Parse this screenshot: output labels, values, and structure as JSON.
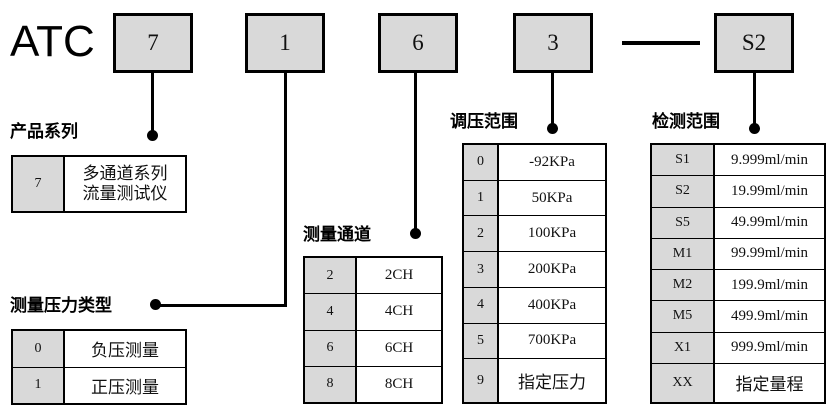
{
  "model": {
    "brand": "ATC",
    "segments": [
      {
        "name": "series-code",
        "value": "7"
      },
      {
        "name": "pressure-type-code",
        "value": "1"
      },
      {
        "name": "channel-code",
        "value": "6"
      },
      {
        "name": "regulation-code",
        "value": "3"
      },
      {
        "name": "range-code",
        "value": "S2"
      }
    ],
    "separator": "—"
  },
  "sections": {
    "product_series": {
      "caption": "产品系列",
      "rows": [
        {
          "key": "7",
          "value_lines": [
            "多通道系列",
            "流量测试仪"
          ]
        }
      ]
    },
    "pressure_type": {
      "caption": "测量压力类型",
      "rows": [
        {
          "key": "0",
          "value": "负压测量"
        },
        {
          "key": "1",
          "value": "正压测量"
        }
      ]
    },
    "measure_channel": {
      "caption": "测量通道",
      "rows": [
        {
          "key": "2",
          "value": "2CH"
        },
        {
          "key": "4",
          "value": "4CH"
        },
        {
          "key": "6",
          "value": "6CH"
        },
        {
          "key": "8",
          "value": "8CH"
        }
      ]
    },
    "regulation_range": {
      "caption": "调压范围",
      "rows": [
        {
          "key": "0",
          "value": "-92KPa"
        },
        {
          "key": "1",
          "value": "50KPa"
        },
        {
          "key": "2",
          "value": "100KPa"
        },
        {
          "key": "3",
          "value": "200KPa"
        },
        {
          "key": "4",
          "value": "400KPa"
        },
        {
          "key": "5",
          "value": "700KPa"
        },
        {
          "key": "9",
          "value": "指定压力"
        }
      ]
    },
    "detection_range": {
      "caption": "检测范围",
      "rows": [
        {
          "key": "S1",
          "value": "9.999ml/min"
        },
        {
          "key": "S2",
          "value": "19.99ml/min"
        },
        {
          "key": "S5",
          "value": "49.99ml/min"
        },
        {
          "key": "M1",
          "value": "99.99ml/min"
        },
        {
          "key": "M2",
          "value": "199.9ml/min"
        },
        {
          "key": "M5",
          "value": "499.9ml/min"
        },
        {
          "key": "X1",
          "value": "999.9ml/min"
        },
        {
          "key": "XX",
          "value": "指定量程"
        }
      ]
    }
  },
  "colors": {
    "box_fill": "#d9d9d9",
    "line": "#000000",
    "background": "#ffffff"
  }
}
